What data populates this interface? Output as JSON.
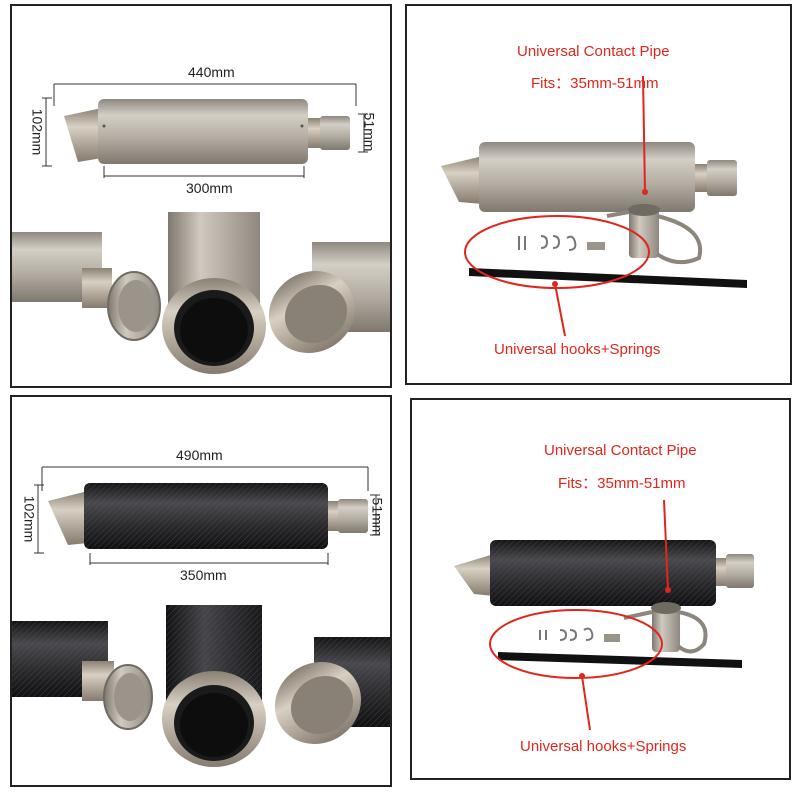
{
  "panels": {
    "silver_dims": {
      "length_total": "440mm",
      "length_body": "300mm",
      "diameter": "102mm",
      "inlet": "51mm"
    },
    "silver_kit": {
      "pipe_title": "Universal Contact Pipe",
      "fits": "Fits：35mm-51mm",
      "hooks": "Universal hooks+Springs"
    },
    "carbon_dims": {
      "length_total": "490mm",
      "length_body": "350mm",
      "diameter": "102mm",
      "inlet": "51mm"
    },
    "carbon_kit": {
      "pipe_title": "Universal Contact Pipe",
      "fits": "Fits：35mm-51mm",
      "hooks": "Universal hooks+Springs"
    }
  },
  "colors": {
    "silver": "#a9a39a",
    "carbon": "#2a2a2c",
    "red": "#e0261d"
  }
}
